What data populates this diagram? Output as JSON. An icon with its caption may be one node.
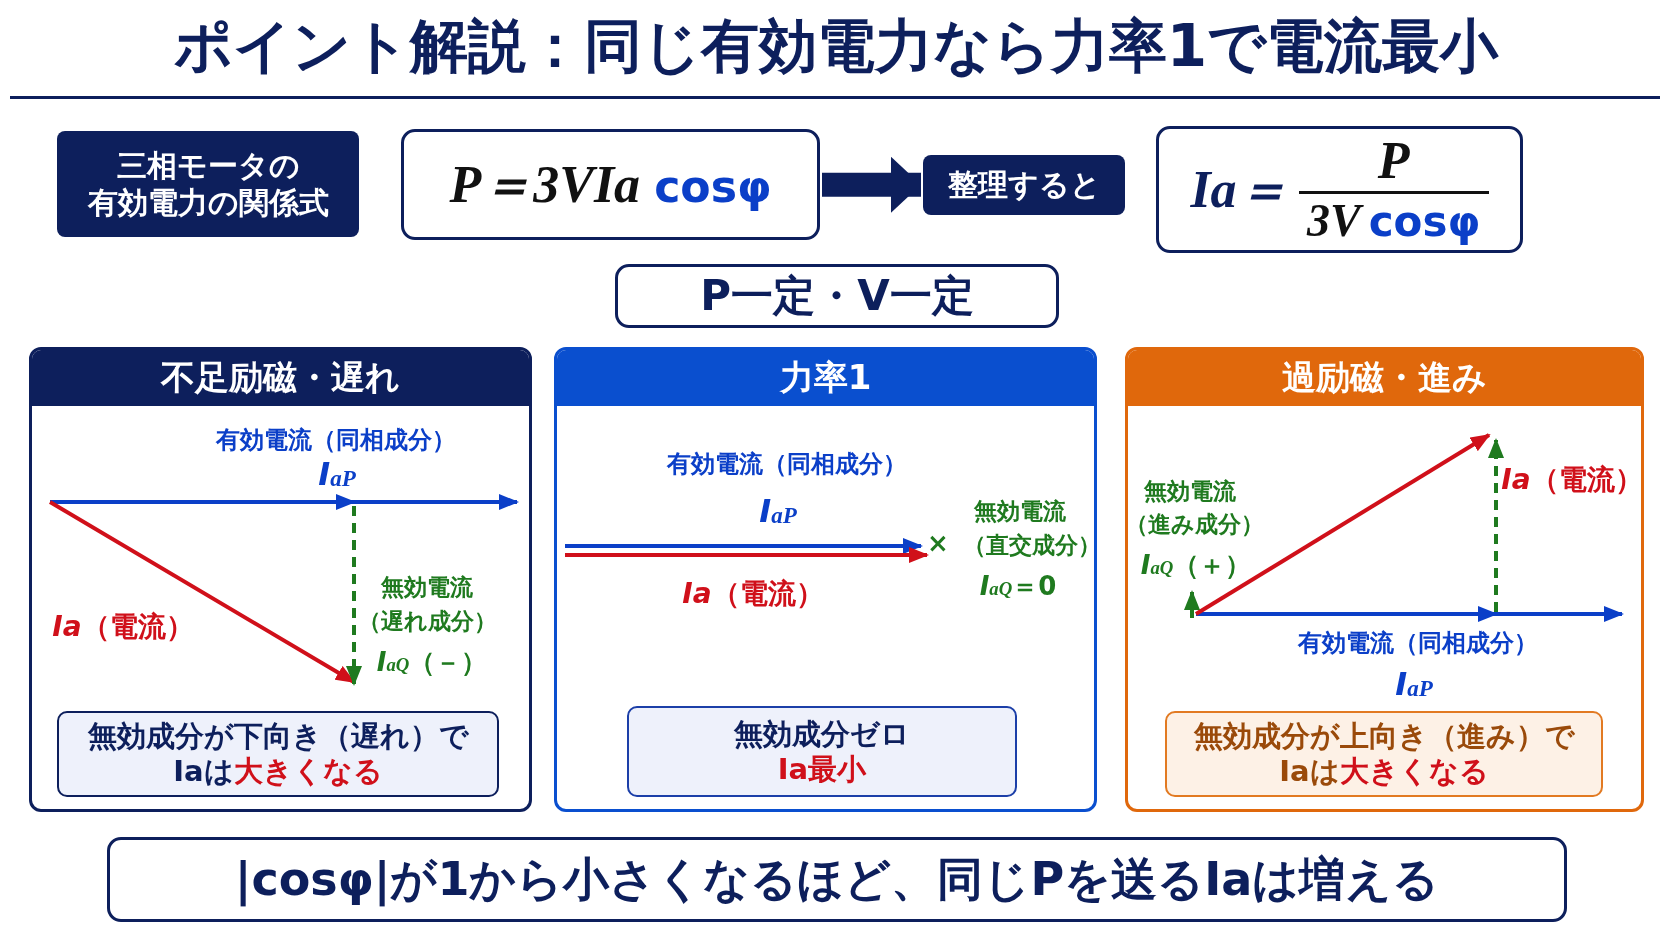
{
  "diagram": {
    "title": "ポイント解説：同じ有効電力なら力率1で電流最小",
    "nodes": [
      {
        "text": [
          "三相モータの",
          "有効電力の関係式"
        ]
      },
      {
        "text": [
          "P＝3VIa",
          "cosφ"
        ]
      },
      {
        "text": [
          "整理すると"
        ]
      },
      {
        "text": [
          "Ia＝",
          "P",
          "3V",
          "cosφ"
        ]
      },
      {
        "text": [
          "P一定・V一定"
        ]
      },
      {
        "text": [
          "不足励磁・遅れ"
        ]
      },
      {
        "text": [
          "無効成分が下向き（遅れ）で",
          "Iaは",
          "大きくなる"
        ],
        "in": 5
      },
      {
        "text": [
          "力率1"
        ]
      },
      {
        "text": [
          "無効成分ゼロ",
          "Ia最小"
        ],
        "in": 7
      },
      {
        "text": [
          "過励磁・進み"
        ]
      },
      {
        "text": [
          "無効成分が上向き（進み）で",
          "Iaは",
          "大きくなる"
        ],
        "in": 9
      },
      {
        "text": [
          "|cosφ|が1から小さくなるほど、同じPを送るIaは増える"
        ]
      }
    ],
    "edges": [
      {
        "from": 1,
        "to": 2,
        "arrow": "to"
      }
    ],
    "labels": [
      "有効電流（同相成分）",
      "*I*$_{aP}$",
      "*Ia*（電流）",
      "無効電流",
      "（遅れ成分）",
      "*I*$_{aQ}$（－）",
      "有効電流（同相成分）",
      "*I*$_{aP}$",
      "*Ia*（電流）",
      "無効電流",
      "×",
      "（直交成分）",
      "*I*$_{aQ}$＝0",
      "無効電流",
      "（進み成分）",
      "*I*$_{aQ}$（＋）",
      "*Ia*（電流）",
      "有効電流（同相成分）",
      "*I*$_{aP}$"
    ]
  }
}
